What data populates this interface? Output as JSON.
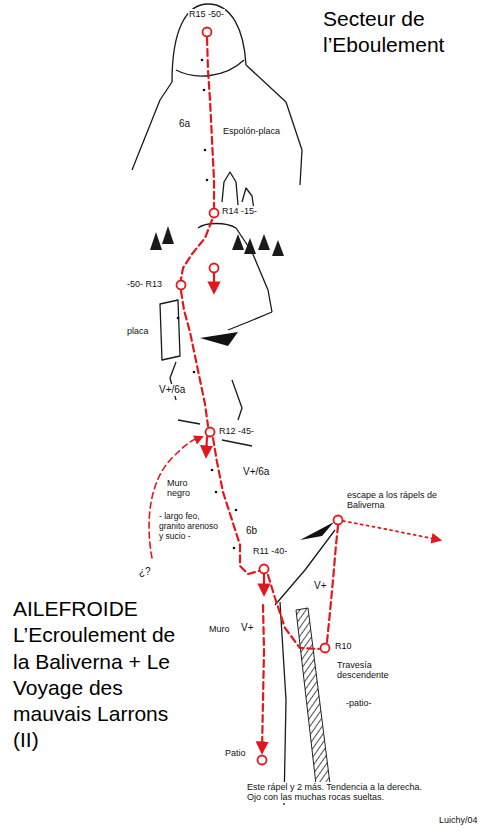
{
  "diagram": {
    "title": "AILEFROIDE L’Ecroulement de la Baliverna + Le Voyage des mauvais Larrons (II)",
    "labels": [
      "Secteur de l’Eboulement",
      "R15 -50-",
      "6a",
      "Espolón-placa",
      "R14 -15-",
      "-50- R13",
      "placa",
      "V+/6a",
      "R12 -45-",
      "Muro negro",
      "- largo feo, granito arenoso y sucio -",
      "¿?",
      "V+/6a",
      "6b",
      "R11 -40-",
      "escape a los rápels de Baliverna",
      "V+",
      "R10",
      "Travesía descendente",
      "-patio-",
      "Muro",
      "V+",
      "Patio",
      "Este rápel y 2 más. Tendencia a la derecha. Ojo con las muchas rocas sueltas.",
      "Luichy/04"
    ]
  }
}
